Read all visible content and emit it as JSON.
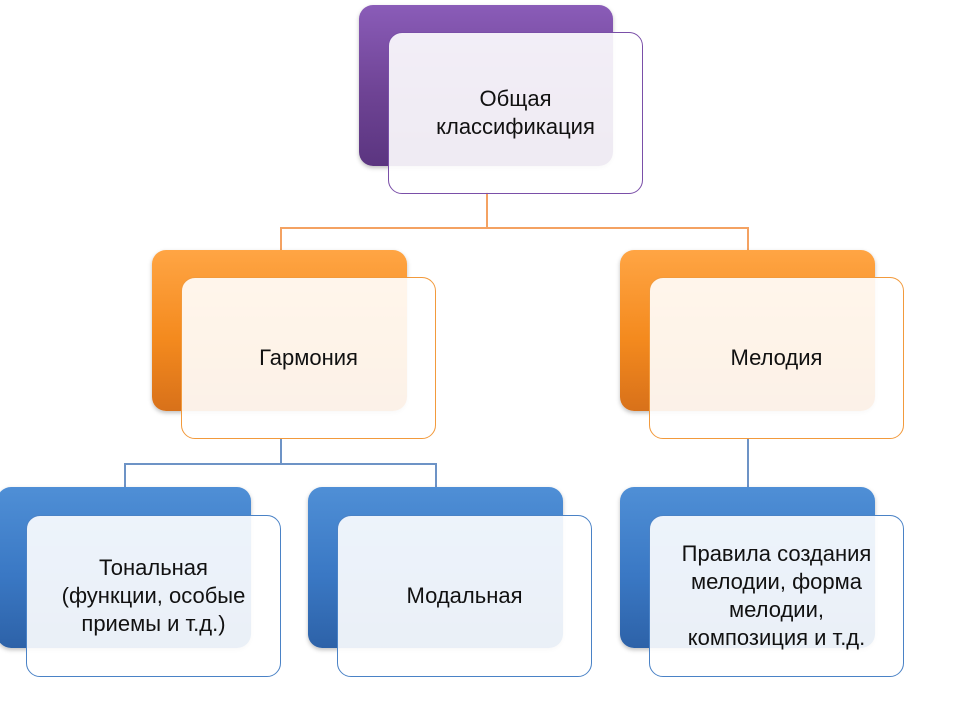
{
  "nodes": {
    "root": {
      "label": "Общая\nклассификация",
      "color": "#7a4fa8"
    },
    "harmony": {
      "label": "Гармония",
      "color": "#f48a1e"
    },
    "melody": {
      "label": "Мелодия",
      "color": "#f48a1e"
    },
    "tonal": {
      "label": "Тональная\n(функции, особые\nприемы и т.д.)",
      "color": "#3a78c4"
    },
    "modal": {
      "label": "Модальная",
      "color": "#3a78c4"
    },
    "melody_rules": {
      "label": "Правила создания\nмелодии, форма\nмелодии,\nкомпозиция и т.д.",
      "color": "#3a78c4"
    }
  },
  "edges": [
    {
      "from": "root",
      "to": "harmony"
    },
    {
      "from": "root",
      "to": "melody"
    },
    {
      "from": "harmony",
      "to": "tonal"
    },
    {
      "from": "harmony",
      "to": "modal"
    },
    {
      "from": "melody",
      "to": "melody_rules"
    }
  ]
}
